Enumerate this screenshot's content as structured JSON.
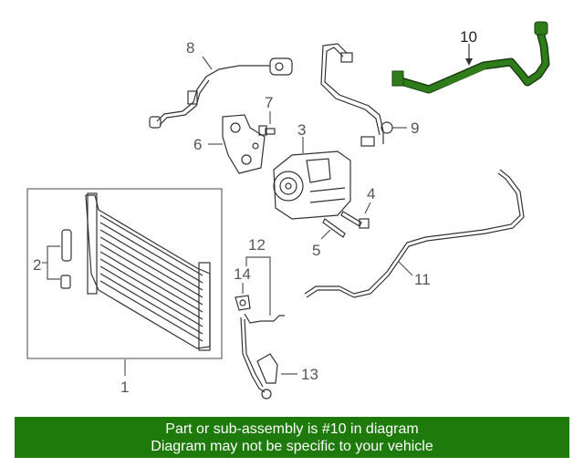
{
  "diagram": {
    "callouts": [
      "1",
      "2",
      "3",
      "4",
      "5",
      "6",
      "7",
      "8",
      "9",
      "10",
      "11",
      "12",
      "13",
      "14"
    ],
    "highlight_color": "#2f7d1a",
    "highlighted_part": "10"
  },
  "banner": {
    "line1": "Part or sub-assembly is #10 in diagram",
    "line2": "Diagram may not be specific to your vehicle",
    "background": "#1f7a0c"
  }
}
